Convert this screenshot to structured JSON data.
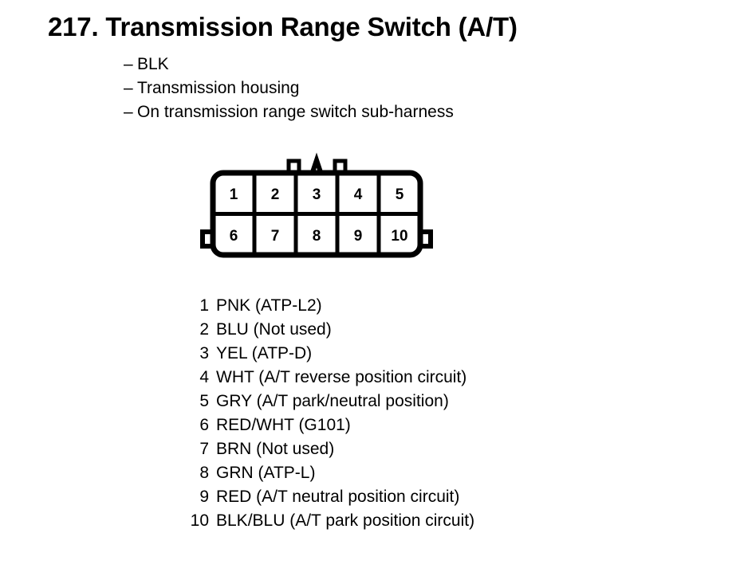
{
  "title": "217. Transmission Range Switch (A/T)",
  "notes": {
    "dash": "–",
    "items": [
      "BLK",
      "Transmission housing",
      "On transmission range switch sub-harness"
    ]
  },
  "connector": {
    "name": "transmission-range-switch-connector",
    "rows": [
      [
        "1",
        "2",
        "3",
        "4",
        "5"
      ],
      [
        "6",
        "7",
        "8",
        "9",
        "10"
      ]
    ],
    "line_color": "#000000",
    "fill_color": "#ffffff"
  },
  "pins": [
    {
      "number": "1",
      "label": "PNK (ATP-L2)"
    },
    {
      "number": "2",
      "label": "BLU (Not used)"
    },
    {
      "number": "3",
      "label": "YEL (ATP-D)"
    },
    {
      "number": "4",
      "label": "WHT (A/T reverse position circuit)"
    },
    {
      "number": "5",
      "label": "GRY (A/T park/neutral position)"
    },
    {
      "number": "6",
      "label": "RED/WHT (G101)"
    },
    {
      "number": "7",
      "label": "BRN (Not used)"
    },
    {
      "number": "8",
      "label": "GRN (ATP-L)"
    },
    {
      "number": "9",
      "label": "RED (A/T neutral position circuit)"
    },
    {
      "number": "10",
      "label": "BLK/BLU (A/T park position circuit)"
    }
  ]
}
